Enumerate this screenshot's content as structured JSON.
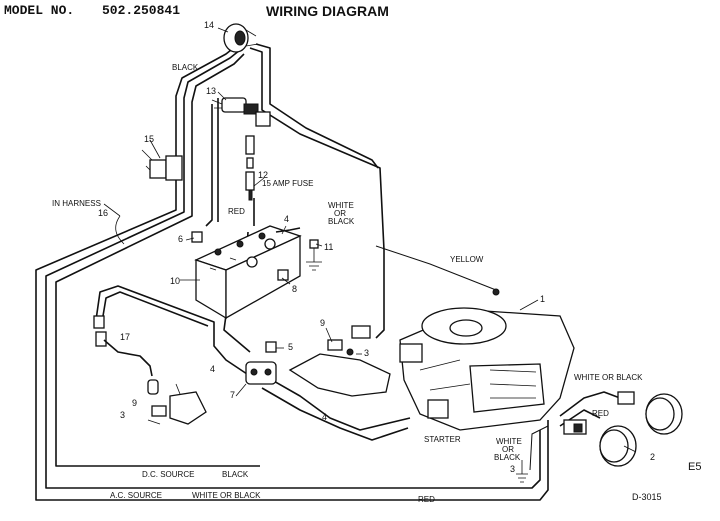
{
  "header": {
    "model_label": "MODEL NO.",
    "model_number": "502.250841",
    "title": "WIRING DIAGRAM"
  },
  "callouts": {
    "n1": "1",
    "n2": "2",
    "n3a": "3",
    "n3b": "3",
    "n3c": "3",
    "n4a": "4",
    "n4b": "4",
    "n4c": "4",
    "n5": "5",
    "n6": "6",
    "n7": "7",
    "n8": "8",
    "n9a": "9",
    "n9b": "9",
    "n10": "10",
    "n11": "11",
    "n12": "12",
    "n13": "13",
    "n14": "14",
    "n15": "15",
    "n16": "16",
    "n17": "17"
  },
  "labels": {
    "black_top": "BLACK",
    "fuse": "15 AMP FUSE",
    "red_top": "RED",
    "white_or_black_upper_1": "WHITE",
    "white_or_black_upper_2": "OR",
    "white_or_black_upper_3": "BLACK",
    "in_harness": "IN HARNESS",
    "yellow": "YELLOW",
    "white_or_black_right": "WHITE OR BLACK",
    "red_right": "RED",
    "starter": "STARTER",
    "white_or_black_low_1": "WHITE",
    "white_or_black_low_2": "OR",
    "white_or_black_low_3": "BLACK",
    "dc_source": "D.C. SOURCE",
    "dc_black": "BLACK",
    "ac_source": "A.C. SOURCE",
    "ac_white_or_black": "WHITE OR BLACK",
    "red_bottom": "RED",
    "page_code": "E5",
    "drawing_number": "D-3015"
  }
}
